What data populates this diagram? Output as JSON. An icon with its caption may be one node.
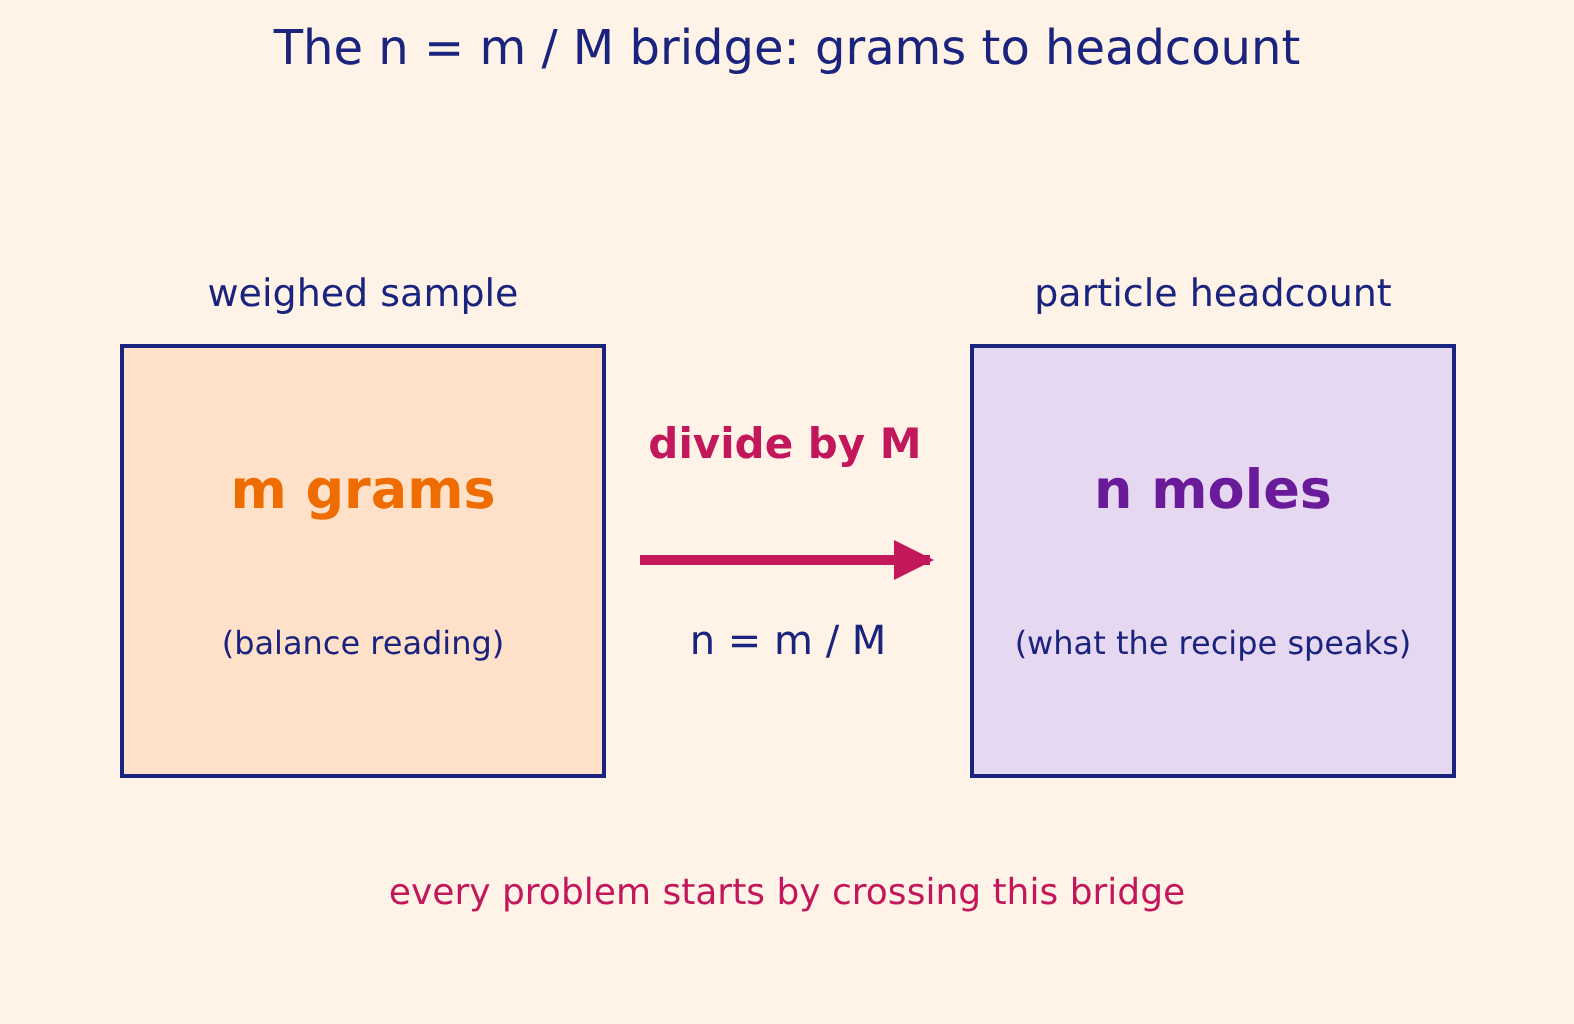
{
  "diagram": {
    "title": "The n = m / M bridge: grams to headcount",
    "nodes": [
      {
        "text": [
          "weighed sample",
          "m grams",
          "(balance reading)"
        ]
      },
      {
        "text": [
          "particle headcount",
          "n moles",
          "(what the recipe speaks)"
        ]
      }
    ],
    "edges": [
      {
        "from": 0,
        "to": 1,
        "arrow": "to",
        "label": "divide by M"
      }
    ],
    "labels": [
      "n = m / M"
    ],
    "caption": "every problem starts by crossing this bridge"
  }
}
